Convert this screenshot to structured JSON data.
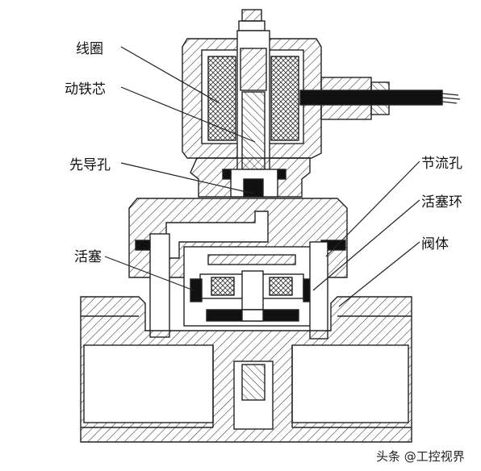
{
  "labels": {
    "coil": "线圈",
    "moving_core": "动铁芯",
    "pilot_hole": "先导孔",
    "piston": "活塞",
    "throttle_hole": "节流孔",
    "piston_ring": "活塞环",
    "valve_body": "阀体"
  },
  "watermark": "头条 @工控视界",
  "colors": {
    "line": "#222222",
    "fill": "#ffffff",
    "solid": "#111111"
  }
}
